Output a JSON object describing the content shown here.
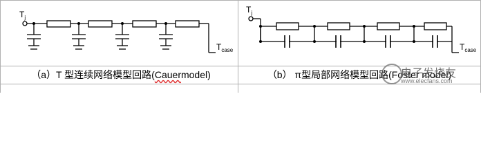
{
  "left": {
    "node_in": "T",
    "node_in_sub": "j",
    "node_out": "T",
    "node_out_sub": "case",
    "caption_pre": "（a）T 型连续网络模型回路(",
    "caption_wavy": "Cauer",
    "caption_post": " model)"
  },
  "right": {
    "node_in": "T",
    "node_in_sub": "j",
    "node_out": "T",
    "node_out_sub": "case",
    "caption": "（b） π型局部网络模型回路(Foster model)"
  },
  "watermark": {
    "text": "电子发烧友",
    "sub": "www.elecfans.com"
  },
  "colors": {
    "line": "#000000",
    "table_border": "#b0b0b0"
  }
}
